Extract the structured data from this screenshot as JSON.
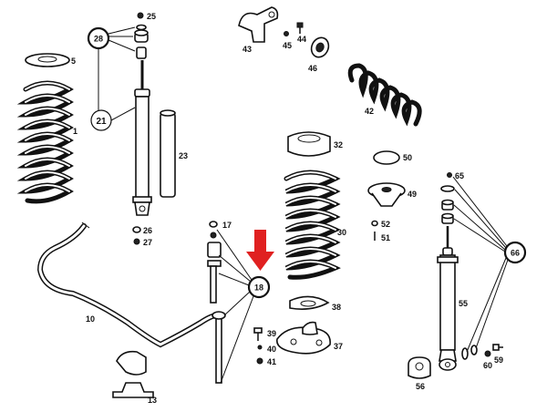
{
  "labels": {
    "l1": "1",
    "l5": "5",
    "l10": "10",
    "l13": "13",
    "l17": "17",
    "l18": "18",
    "l21": "21",
    "l23": "23",
    "l25": "25",
    "l26": "26",
    "l27": "27",
    "l28": "28",
    "l30": "30",
    "l32": "32",
    "l37": "37",
    "l38": "38",
    "l39": "39",
    "l40": "40",
    "l41": "41",
    "l42": "42",
    "l43": "43",
    "l44": "44",
    "l45": "45",
    "l46": "46",
    "l49": "49",
    "l50": "50",
    "l51": "51",
    "l52": "52",
    "l55": "55",
    "l56": "56",
    "l59": "59",
    "l60": "60",
    "l65": "65",
    "l66": "66"
  },
  "colors": {
    "highlight_arrow": "#e02020",
    "line": "#111111"
  }
}
